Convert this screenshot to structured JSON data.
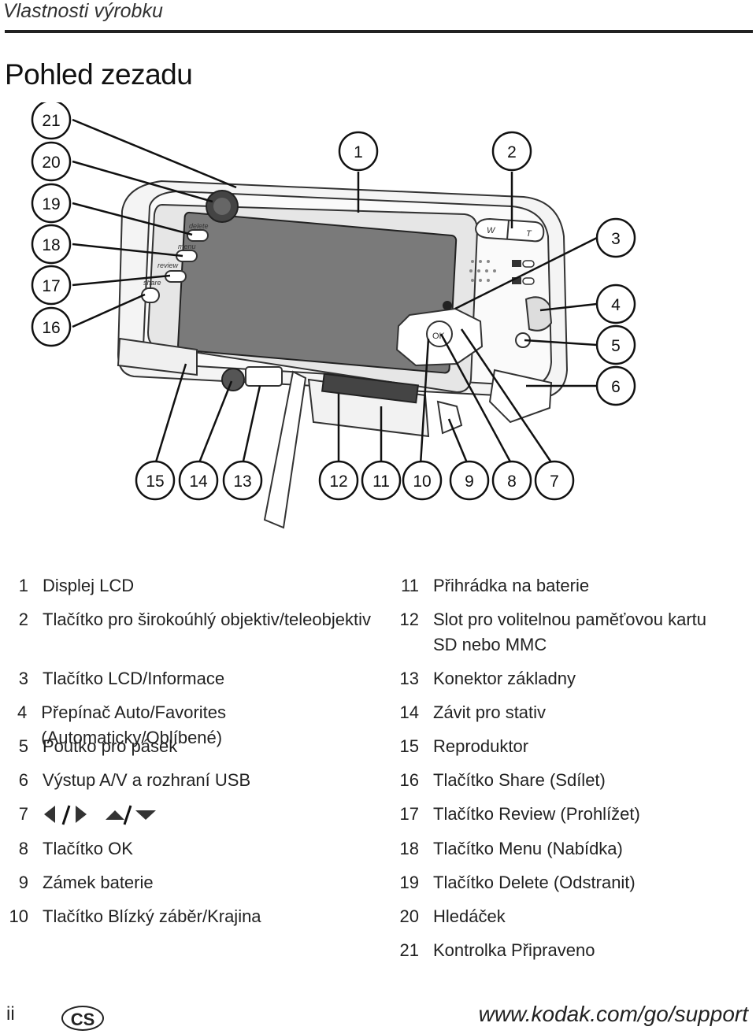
{
  "header": {
    "section": "Vlastnosti výrobku"
  },
  "page_title": "Pohled zezadu",
  "callouts": {
    "top_left": [
      "21",
      "20",
      "19",
      "18",
      "17",
      "16"
    ],
    "top": [
      "1",
      "2"
    ],
    "right": [
      "3",
      "4",
      "5",
      "6"
    ],
    "bottom": [
      "15",
      "14",
      "13",
      "12",
      "11",
      "10",
      "9",
      "8",
      "7"
    ]
  },
  "camera_labels": {
    "delete": "delete",
    "menu": "menu",
    "review": "review",
    "share": "share",
    "ok": "OK",
    "wide": "W",
    "tele": "T"
  },
  "legend_left": [
    {
      "num": "1",
      "text": "Displej LCD"
    },
    {
      "num": "2",
      "text": "Tlačítko pro širokoúhlý objektiv/teleobjektiv"
    },
    {
      "num": "3",
      "text": "Tlačítko LCD/Informace"
    },
    {
      "num": "4",
      "text": "Přepínač Auto/Favorites (Automaticky/Oblíbené)"
    },
    {
      "num": "5",
      "text": "Poutko pro pásek"
    },
    {
      "num": "6",
      "text": "Výstup A/V a rozhraní USB"
    },
    {
      "num": "7",
      "text": ""
    },
    {
      "num": "8",
      "text": "Tlačítko OK"
    },
    {
      "num": "9",
      "text": "Zámek baterie"
    },
    {
      "num": "10",
      "text": "Tlačítko Blízký záběr/Krajina"
    }
  ],
  "legend_right": [
    {
      "num": "11",
      "text": "Přihrádka na baterie"
    },
    {
      "num": "12",
      "text": "Slot pro volitelnou paměťovou kartu"
    },
    {
      "num": "",
      "text": "SD nebo MMC"
    },
    {
      "num": "13",
      "text": "Konektor základny"
    },
    {
      "num": "14",
      "text": "Závit pro stativ"
    },
    {
      "num": "15",
      "text": "Reproduktor"
    },
    {
      "num": "16",
      "text": "Tlačítko Share (Sdílet)"
    },
    {
      "num": "17",
      "text": "Tlačítko Review (Prohlížet)"
    },
    {
      "num": "18",
      "text": "Tlačítko Menu (Nabídka)"
    },
    {
      "num": "19",
      "text": "Tlačítko Delete (Odstranit)"
    },
    {
      "num": "20",
      "text": "Hledáček"
    },
    {
      "num": "21",
      "text": "Kontrolka Připraveno"
    }
  ],
  "footer": {
    "page": "ii",
    "lang": "CS",
    "url": "www.kodak.com/go/support"
  }
}
